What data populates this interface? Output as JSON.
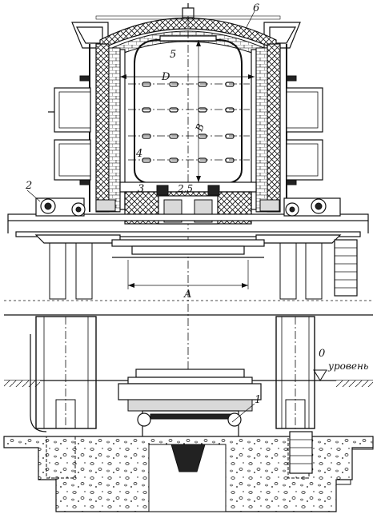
{
  "labels": {
    "part_1": "1",
    "part_2": "2",
    "part_3": "3",
    "part_4": "4",
    "part_5": "5",
    "part_6": "6",
    "dim_D": "D",
    "dim_A": "A",
    "dim_B": "B",
    "dim_25": "2,5",
    "level_zero": "0",
    "level_word": "уровень"
  },
  "colors": {
    "ink": "#111111",
    "paper": "#ffffff",
    "hatch": "#d9d9d9"
  }
}
